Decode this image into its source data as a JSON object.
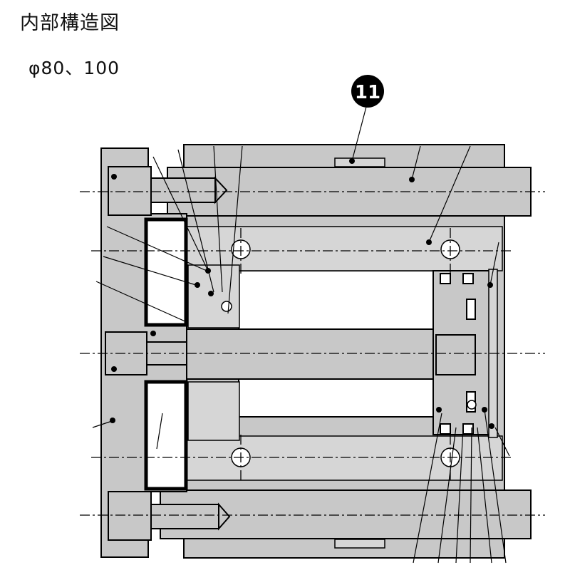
{
  "heading": "内部構造図",
  "size_label": "φ80、100",
  "callout": "11"
}
